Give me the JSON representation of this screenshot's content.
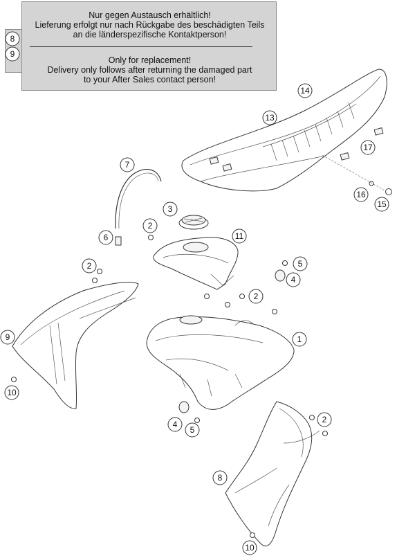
{
  "notice": {
    "german": "Nur gegen Austausch erhältlich!\nLieferung erfolgt nur nach Rückgabe des beschädigten Teils\nan die länderspezifische Kontaktperson!",
    "english": "Only for replacement!\nDelivery only follows after returning the damaged part\nto your After Sales contact person!",
    "applies_to": [
      "8",
      "9"
    ]
  },
  "callouts": [
    "14",
    "13",
    "17",
    "7",
    "16",
    "15",
    "3",
    "2",
    "11",
    "6",
    "5",
    "2",
    "4",
    "2",
    "9",
    "1",
    "10",
    "4",
    "5",
    "2",
    "8",
    "10"
  ]
}
